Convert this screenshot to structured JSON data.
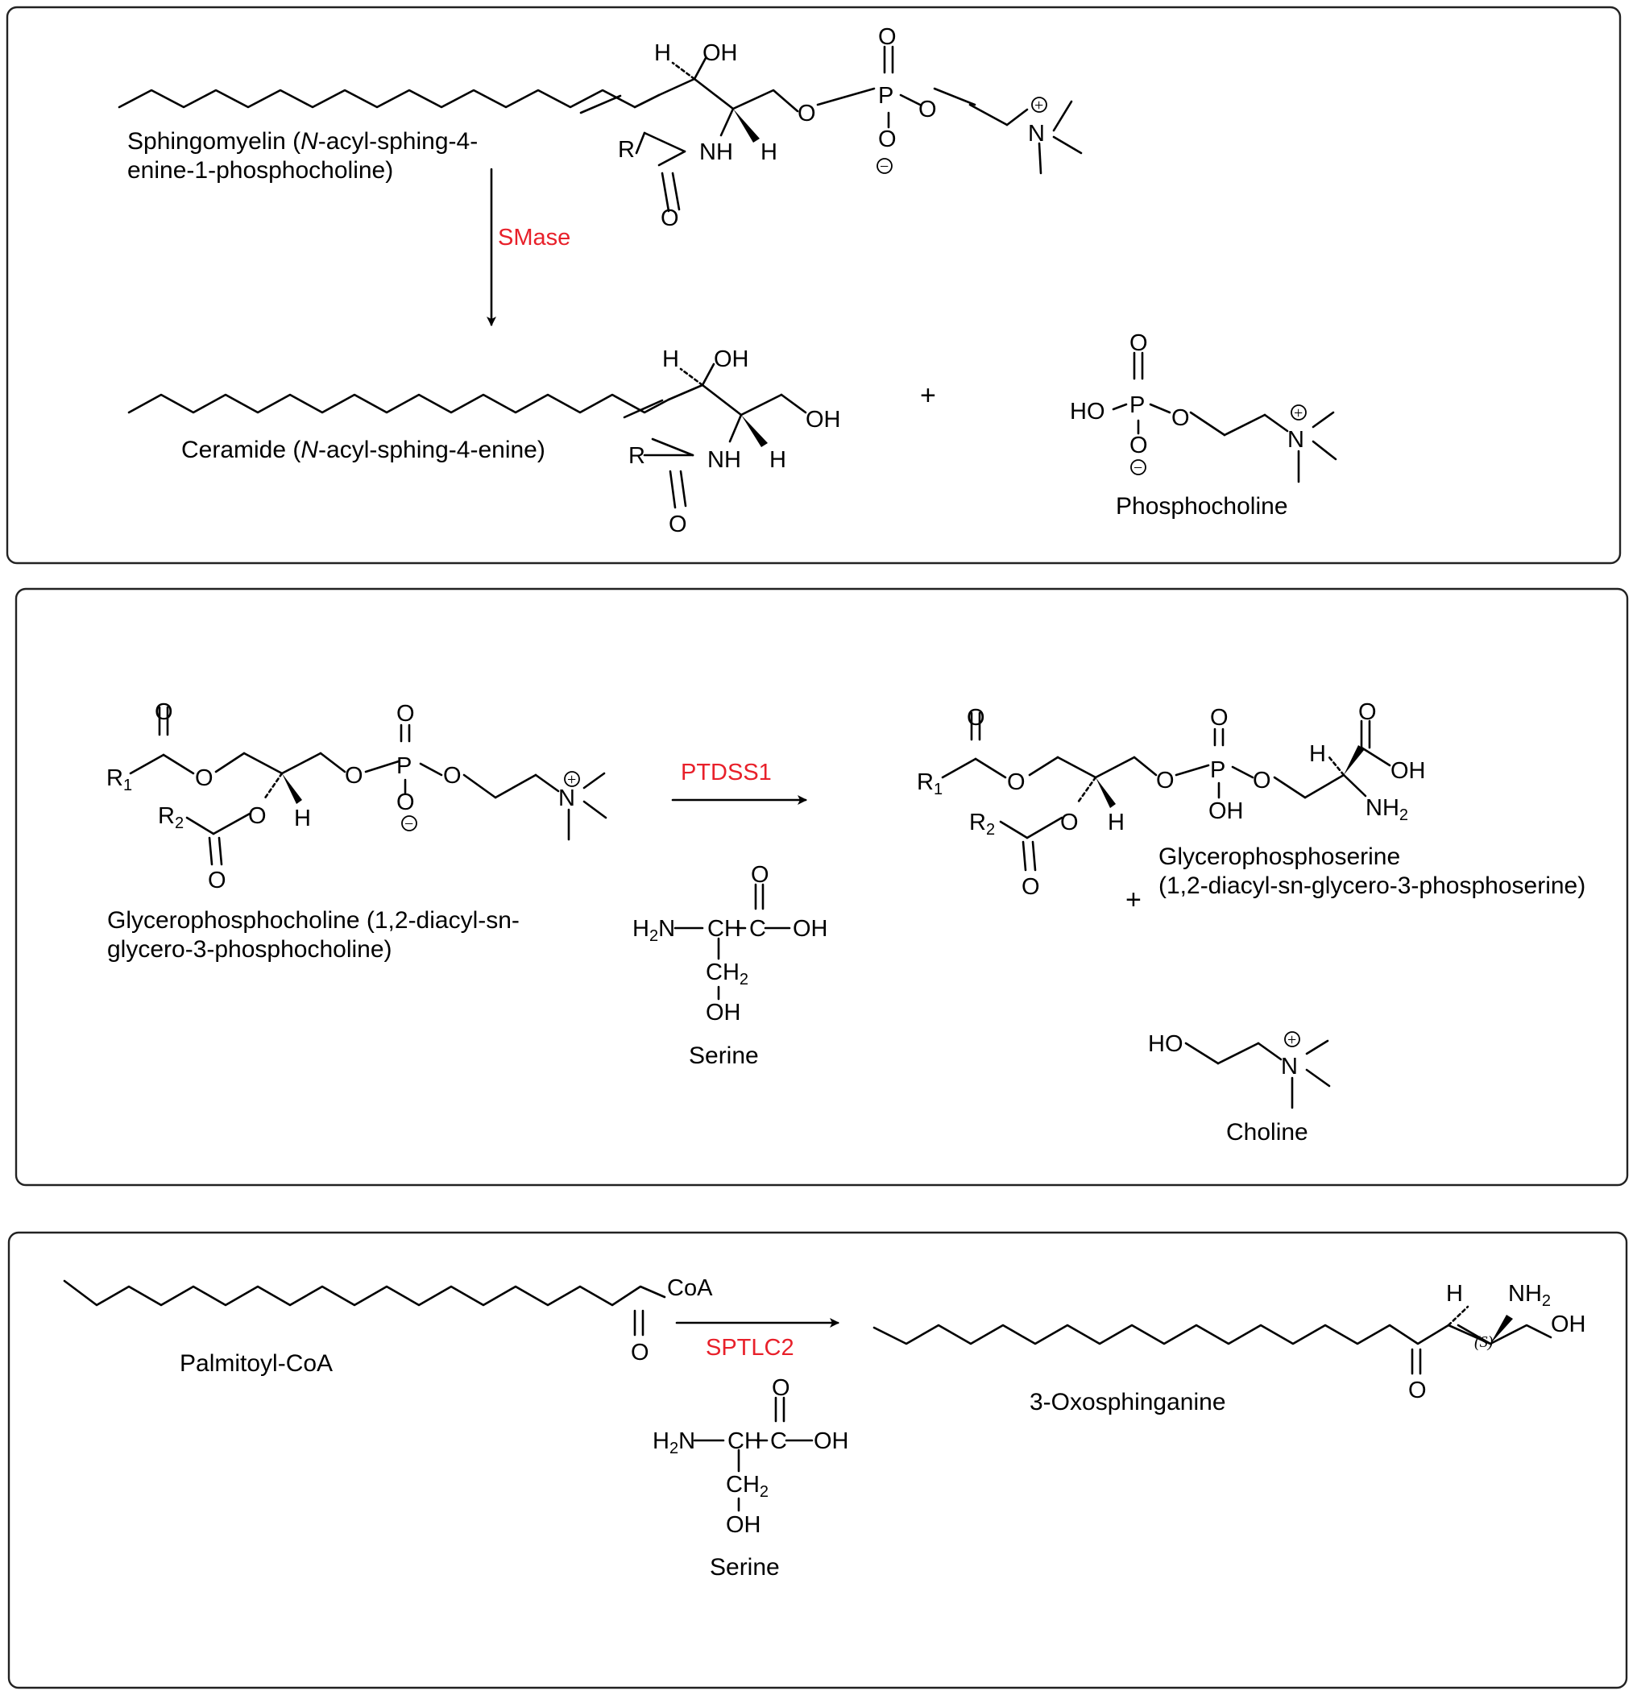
{
  "panel1": {
    "sphingomyelin_caption_line1": "Sphingomyelin (",
    "sphingomyelin_caption_italic": "N",
    "sphingomyelin_caption_rest1": "-acyl-sphing-4-",
    "sphingomyelin_caption_line2": "enine-1-phosphocholine)",
    "enzyme": "SMase",
    "ceramide_caption_pre": "Ceramide (",
    "ceramide_caption_italic": "N",
    "ceramide_caption_post": "-acyl-sphing-4-enine)",
    "phosphocholine_caption": "Phosphocholine",
    "plus": "+"
  },
  "panel2": {
    "enzyme": "PTDSS1",
    "gpc_caption_line1": "Glycerophosphocholine (1,2-diacyl-sn-",
    "gpc_caption_line2": "glycero-3-phosphocholine)",
    "serine_caption": "Serine",
    "gps_caption_line1": "Glycerophosphoserine",
    "gps_caption_line2": "(1,2-diacyl-sn-glycero-3-phosphoserine)",
    "choline_caption": "Choline",
    "plus": "+"
  },
  "panel3": {
    "enzyme": "SPTLC2",
    "palmitoyl_caption": "Palmitoyl-CoA",
    "serine_caption": "Serine",
    "oxo_caption": "3-Oxosphinganine",
    "stereo_label": "(S)"
  },
  "atoms": {
    "H": "H",
    "OH": "OH",
    "HO": "HO",
    "O": "O",
    "P": "P",
    "N": "N",
    "NH": "NH",
    "R": "R",
    "R1": "R",
    "R1_sub": "1",
    "R2": "R",
    "R2_sub": "2",
    "CoA": "CoA",
    "NH2": "NH",
    "NH2_sub": "2",
    "H2N": "H",
    "H2N_sub": "2",
    "H2N_tail": "N",
    "CH": "CH",
    "C": "C",
    "CH2": "CH",
    "CH2_sub": "2",
    "plus_charge": "+",
    "minus_charge": "−"
  }
}
